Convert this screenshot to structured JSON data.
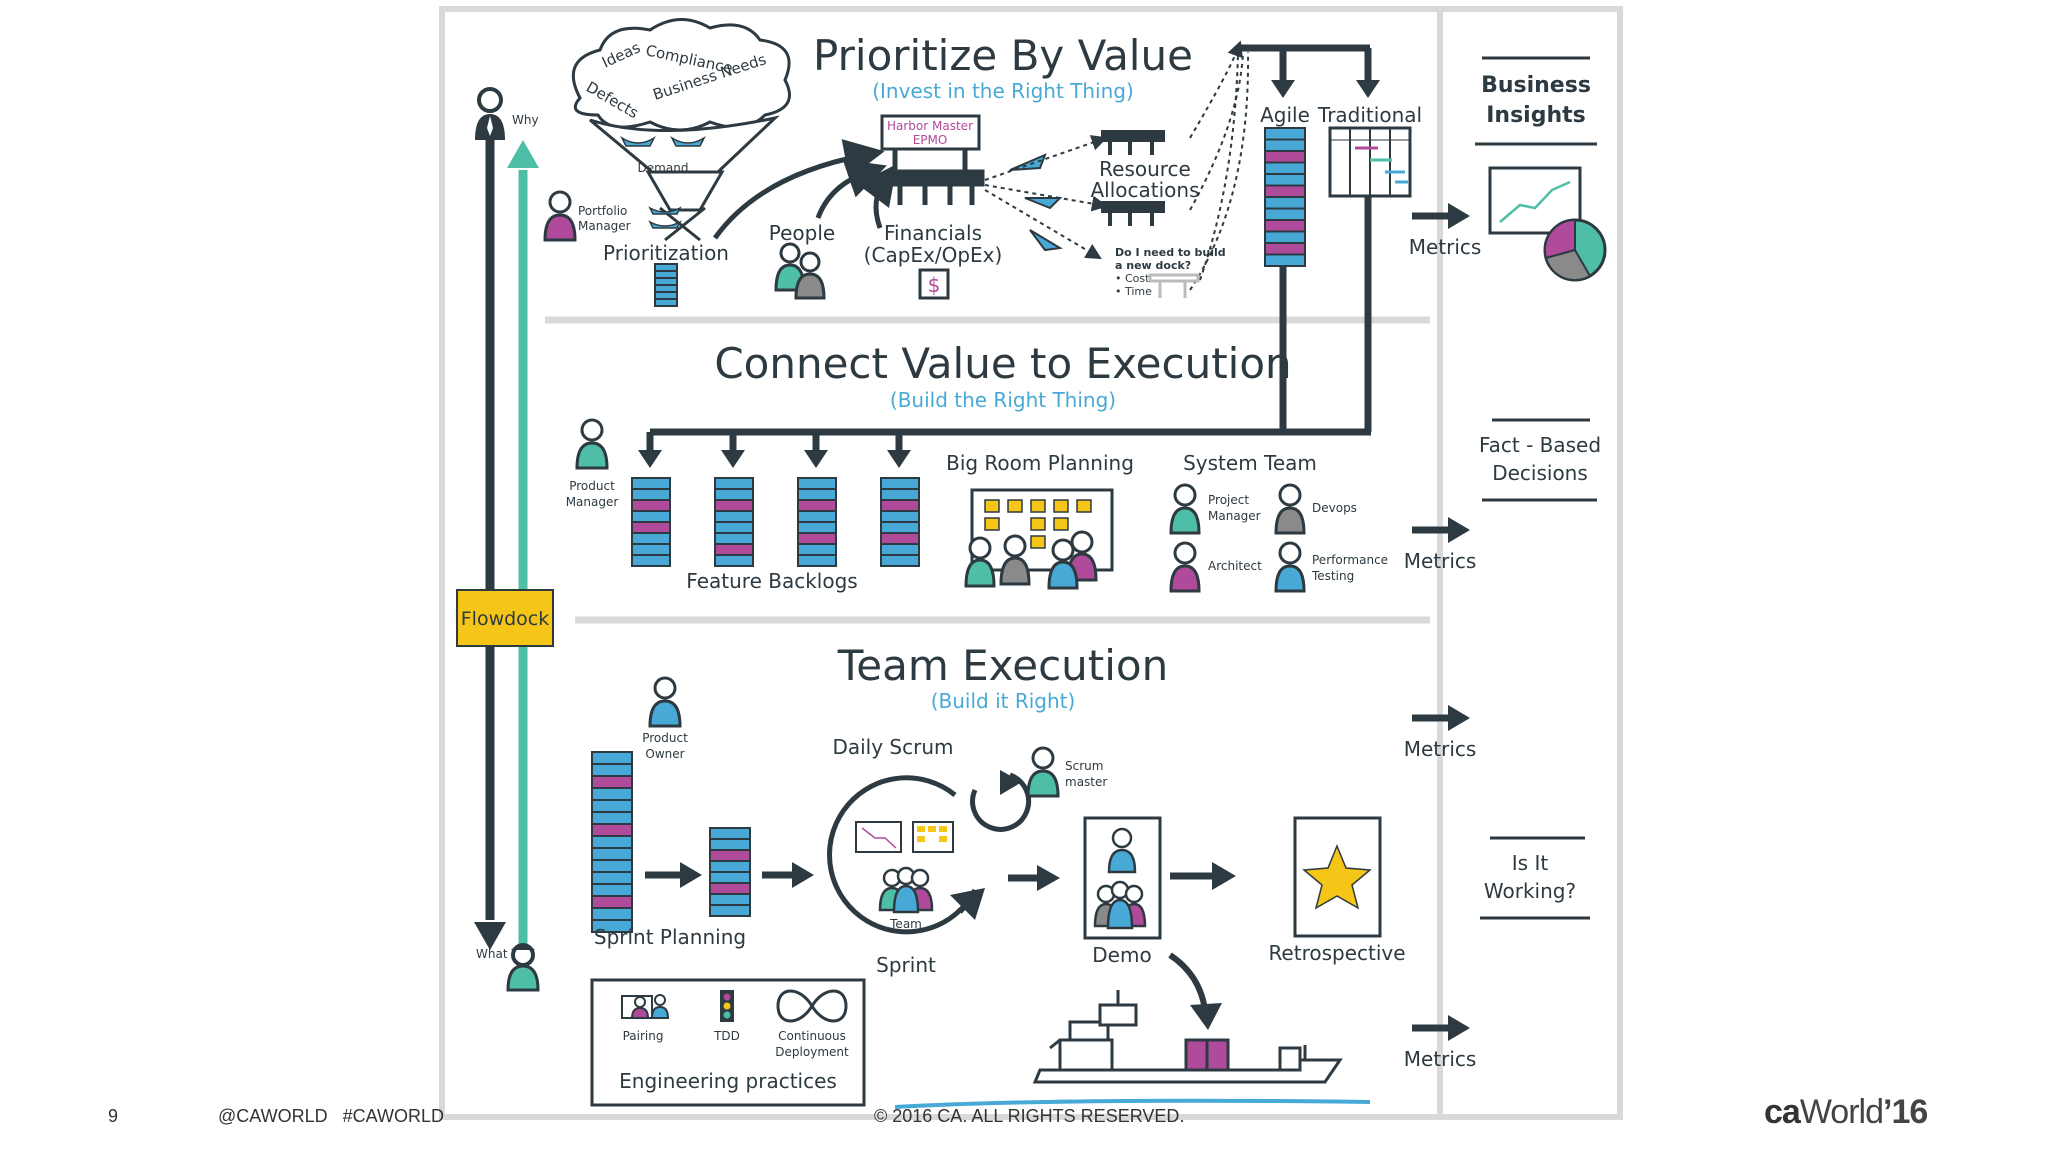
{
  "colors": {
    "ink": "#2d3a41",
    "teal": "#4fbea6",
    "blue": "#49a9d6",
    "magenta": "#b04a9a",
    "yellow": "#f5c518",
    "gray": "#8a8a8a",
    "frame": "#d9d9d9"
  },
  "sections": {
    "top": {
      "title": "Prioritize By Value",
      "subtitle": "(Invest in the Right Thing)"
    },
    "middle": {
      "title": "Connect Value to Execution",
      "subtitle": "(Build the Right Thing)"
    },
    "bottom": {
      "title": "Team Execution",
      "subtitle": "(Build it Right)"
    }
  },
  "cloud_words": [
    "Ideas",
    "Compliance",
    "Defects",
    "Business Needs"
  ],
  "labels": {
    "demand": "Demand",
    "why": "Why",
    "what": "What",
    "portfolio_manager": [
      "Portfolio",
      "Manager"
    ],
    "prioritization": "Prioritization",
    "people": "People",
    "financials": [
      "Financials",
      "(CapEx/OpEx)"
    ],
    "dollar": "$",
    "harbor_master": [
      "Harbor Master",
      "EPMO"
    ],
    "resource_allocations": [
      "Resource",
      "Allocations"
    ],
    "new_dock": [
      "Do I need to build",
      "a new dock?",
      "• Cost",
      "• Time"
    ],
    "agile": "Agile",
    "traditional": "Traditional",
    "flowdock": "Flowdock",
    "product_manager": [
      "Product",
      "Manager"
    ],
    "feature_backlogs": "Feature Backlogs",
    "big_room_planning": "Big Room Planning",
    "system_team": "System Team",
    "project_manager": [
      "Project",
      "Manager"
    ],
    "devops": "Devops",
    "architect": "Architect",
    "performance_testing": [
      "Performance",
      "Testing"
    ],
    "product_owner": [
      "Product",
      "Owner"
    ],
    "daily_scrum": "Daily Scrum",
    "scrum_master": [
      "Scrum",
      "master"
    ],
    "team": "Team",
    "sprint_planning": "Sprint Planning",
    "sprint": "Sprint",
    "demo": "Demo",
    "retrospective": "Retrospective",
    "engineering_practices": "Engineering practices",
    "pairing": "Pairing",
    "tdd": "TDD",
    "continuous_deployment": [
      "Continuous",
      "Deployment"
    ]
  },
  "right_column": {
    "business_insights": [
      "Business",
      "Insights"
    ],
    "fact_based": [
      "Fact - Based",
      "Decisions"
    ],
    "is_it_working": [
      "Is It",
      "Working?"
    ],
    "metrics": [
      "Metrics",
      "Metrics",
      "Metrics",
      "Metrics"
    ]
  },
  "footer": {
    "page_number": "9",
    "social": "@CAWORLD   #CAWORLD",
    "copyright": "© 2016 CA. ALL RIGHTS RESERVED.",
    "logo_ca": "ca",
    "logo_world": "World",
    "logo_year": "’16"
  }
}
